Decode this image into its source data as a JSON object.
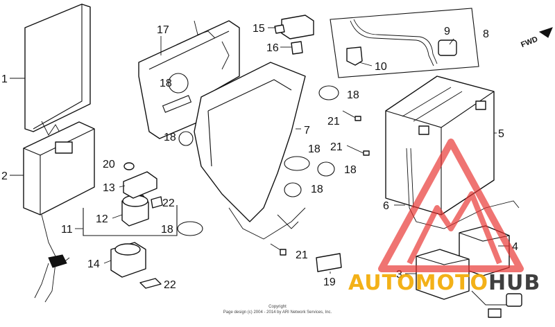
{
  "direction_label": "FWD",
  "callouts": [
    "1",
    "2",
    "3",
    "4",
    "5",
    "6",
    "7",
    "8",
    "9",
    "10",
    "11",
    "12",
    "13",
    "14",
    "15",
    "16",
    "17",
    "18",
    "18",
    "18",
    "18",
    "18",
    "18",
    "18",
    "18",
    "18",
    "19",
    "20",
    "21",
    "21",
    "21",
    "22",
    "22"
  ],
  "copyright": {
    "line1": "Copyright",
    "line2": "Page design (c) 2004 - 2014 by ARI Network Services, Inc."
  },
  "watermark": {
    "part_a": "AUTOMOTO",
    "part_b": "HUB",
    "color_a": "#f2a900",
    "color_b": "#2b2b2b",
    "logo_color": "#e8312f"
  }
}
